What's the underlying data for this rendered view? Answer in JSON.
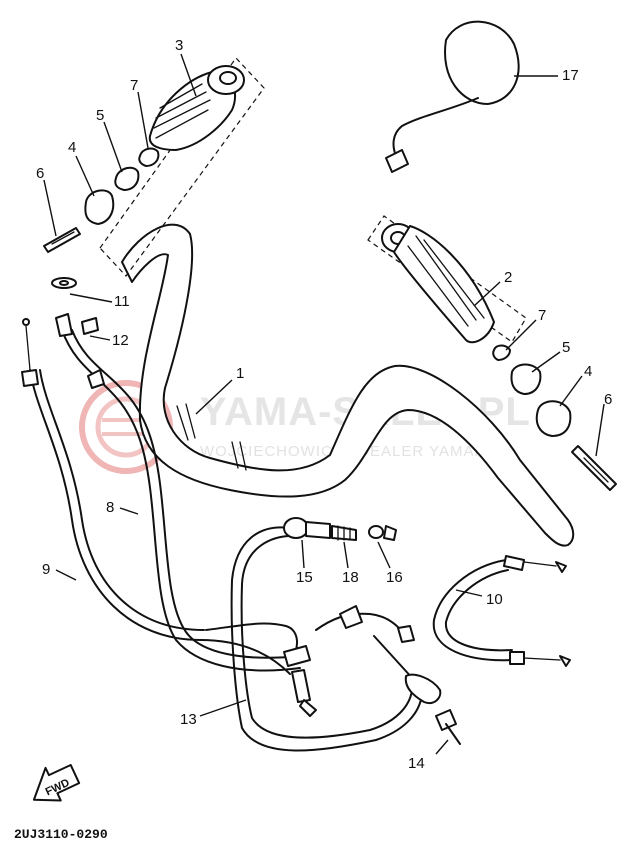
{
  "diagram_code": "2UJ3110-0290",
  "watermark": {
    "title": "YAMA-SKLEP.PL",
    "subtitle": "WOJCIECHOWICZ | DEALER YAMAHA",
    "color": "#e9a0a0"
  },
  "fwd_label": "FWD",
  "callouts": [
    {
      "id": "c1",
      "label": "1"
    },
    {
      "id": "c2",
      "label": "2"
    },
    {
      "id": "c3",
      "label": "3"
    },
    {
      "id": "c4a",
      "label": "4"
    },
    {
      "id": "c4b",
      "label": "4"
    },
    {
      "id": "c5a",
      "label": "5"
    },
    {
      "id": "c5b",
      "label": "5"
    },
    {
      "id": "c6a",
      "label": "6"
    },
    {
      "id": "c6b",
      "label": "6"
    },
    {
      "id": "c7a",
      "label": "7"
    },
    {
      "id": "c7b",
      "label": "7"
    },
    {
      "id": "c8",
      "label": "8"
    },
    {
      "id": "c9",
      "label": "9"
    },
    {
      "id": "c10",
      "label": "10"
    },
    {
      "id": "c11",
      "label": "11"
    },
    {
      "id": "c12",
      "label": "12"
    },
    {
      "id": "c13",
      "label": "13"
    },
    {
      "id": "c14",
      "label": "14"
    },
    {
      "id": "c15",
      "label": "15"
    },
    {
      "id": "c16",
      "label": "16"
    },
    {
      "id": "c17",
      "label": "17"
    },
    {
      "id": "c18",
      "label": "18"
    }
  ]
}
